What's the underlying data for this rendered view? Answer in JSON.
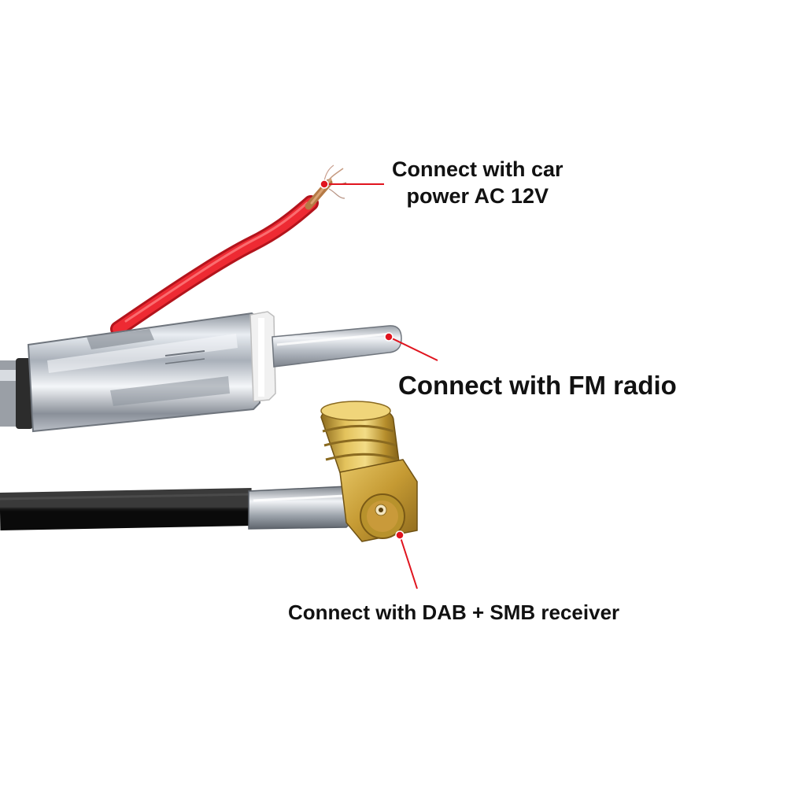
{
  "callouts": {
    "power_line1": "Connect with car",
    "power_line2": "power AC 12V",
    "fm": "Connect with FM radio",
    "dab": "Connect with DAB + SMB receiver"
  },
  "colors": {
    "background": "#ffffff",
    "leader_line": "#e0141e",
    "red_wire": "#e8202a",
    "black_cable": "#1a1a1a",
    "chrome": "#c9ced6",
    "brass": "#c9a23a",
    "text": "#111111"
  }
}
